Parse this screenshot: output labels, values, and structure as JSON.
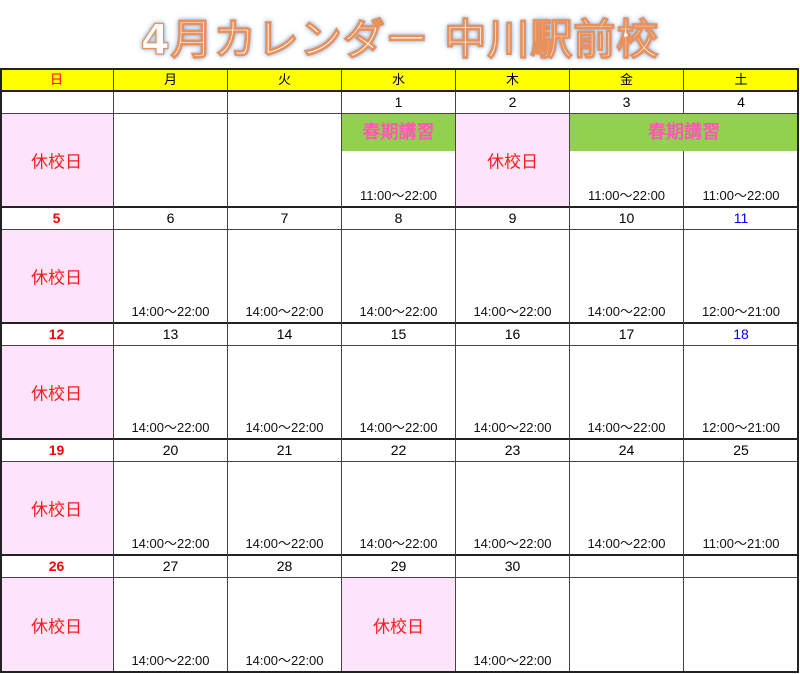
{
  "title": "4月カレンダー 中川駅前校",
  "colors": {
    "header_bg": "#ffff00",
    "closed_bg": "#fde4fb",
    "closed_text": "#ff1a1a",
    "banner_bg": "#92d050",
    "banner_text": "#ff5ab4",
    "sunday": "#ff0000",
    "saturday": "#0000ff"
  },
  "weekdays": [
    {
      "label": "日",
      "color": "red"
    },
    {
      "label": "月"
    },
    {
      "label": "火"
    },
    {
      "label": "水"
    },
    {
      "label": "木"
    },
    {
      "label": "金"
    },
    {
      "label": "土"
    }
  ],
  "weeks": [
    {
      "days": [
        {
          "date": "",
          "closed": "休校日"
        },
        {
          "date": ""
        },
        {
          "date": ""
        },
        {
          "date": "1",
          "time": "11:00～22:00"
        },
        {
          "date": "2",
          "closed": "休校日"
        },
        {
          "date": "3",
          "time": "11:00～22:00"
        },
        {
          "date": "4",
          "time": "11:00～22:00"
        }
      ],
      "banners": [
        {
          "label": "春期講習",
          "from_col": 3,
          "to_col": 3
        },
        {
          "label": "春期講習",
          "from_col": 5,
          "to_col": 6
        }
      ]
    },
    {
      "days": [
        {
          "date": "5",
          "color": "red",
          "closed": "休校日"
        },
        {
          "date": "6",
          "time": "14:00～22:00"
        },
        {
          "date": "7",
          "time": "14:00～22:00"
        },
        {
          "date": "8",
          "time": "14:00～22:00"
        },
        {
          "date": "9",
          "time": "14:00～22:00"
        },
        {
          "date": "10",
          "time": "14:00～22:00"
        },
        {
          "date": "11",
          "color": "blue",
          "time": "12:00～21:00"
        }
      ]
    },
    {
      "days": [
        {
          "date": "12",
          "color": "red",
          "closed": "休校日"
        },
        {
          "date": "13",
          "time": "14:00～22:00"
        },
        {
          "date": "14",
          "time": "14:00～22:00"
        },
        {
          "date": "15",
          "time": "14:00～22:00"
        },
        {
          "date": "16",
          "time": "14:00～22:00"
        },
        {
          "date": "17",
          "time": "14:00～22:00"
        },
        {
          "date": "18",
          "color": "blue",
          "time": "12:00～21:00"
        }
      ]
    },
    {
      "days": [
        {
          "date": "19",
          "color": "red",
          "closed": "休校日"
        },
        {
          "date": "20",
          "time": "14:00～22:00"
        },
        {
          "date": "21",
          "time": "14:00～22:00"
        },
        {
          "date": "22",
          "time": "14:00～22:00"
        },
        {
          "date": "23",
          "time": "14:00～22:00"
        },
        {
          "date": "24",
          "time": "14:00～22:00"
        },
        {
          "date": "25",
          "time": "11:00～21:00"
        }
      ]
    },
    {
      "days": [
        {
          "date": "26",
          "color": "red",
          "closed": "休校日"
        },
        {
          "date": "27",
          "time": "14:00～22:00"
        },
        {
          "date": "28",
          "time": "14:00～22:00"
        },
        {
          "date": "29",
          "closed": "休校日"
        },
        {
          "date": "30",
          "time": "14:00～22:00"
        },
        {
          "date": ""
        },
        {
          "date": ""
        }
      ]
    }
  ]
}
